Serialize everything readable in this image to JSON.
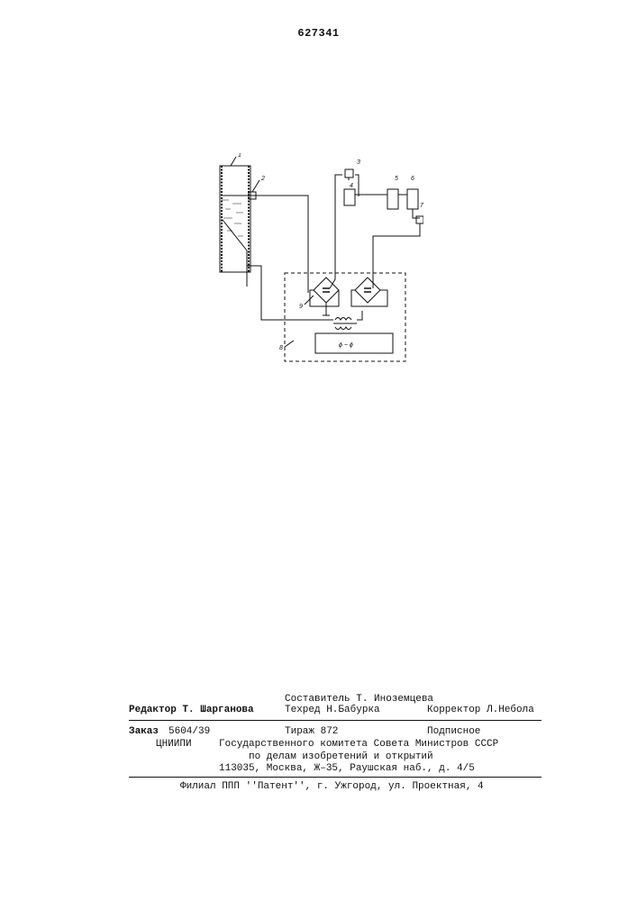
{
  "document": {
    "page_number": "627341"
  },
  "figure": {
    "labels": [
      "1",
      "2",
      "3",
      "4",
      "5",
      "6",
      "7",
      "8",
      "9"
    ],
    "supply_symbol": "ϕ ~ ϕ"
  },
  "imprint": {
    "compiler": "Составитель Т. Иноземцева",
    "editor": "Редактор Т. Шарганова",
    "tech_editor": "Техред Н.Бабурка",
    "corrector": "Корректор Л.Небола",
    "order_label": "Заказ",
    "order_value": "5604/39",
    "circulation": "Тираж 872",
    "subscription": "Подписное",
    "org_abbr": "ЦНИИПИ",
    "org_line1": "Государственного комитета Совета Министров СССР",
    "org_line2": "по делам изобретений и открытий",
    "address": "113035, Москва, Ж–35, Раушская наб., д. 4/5",
    "branch": "Филиал ППП ''Патент'', г. Ужгород, ул. Проектная, 4"
  }
}
